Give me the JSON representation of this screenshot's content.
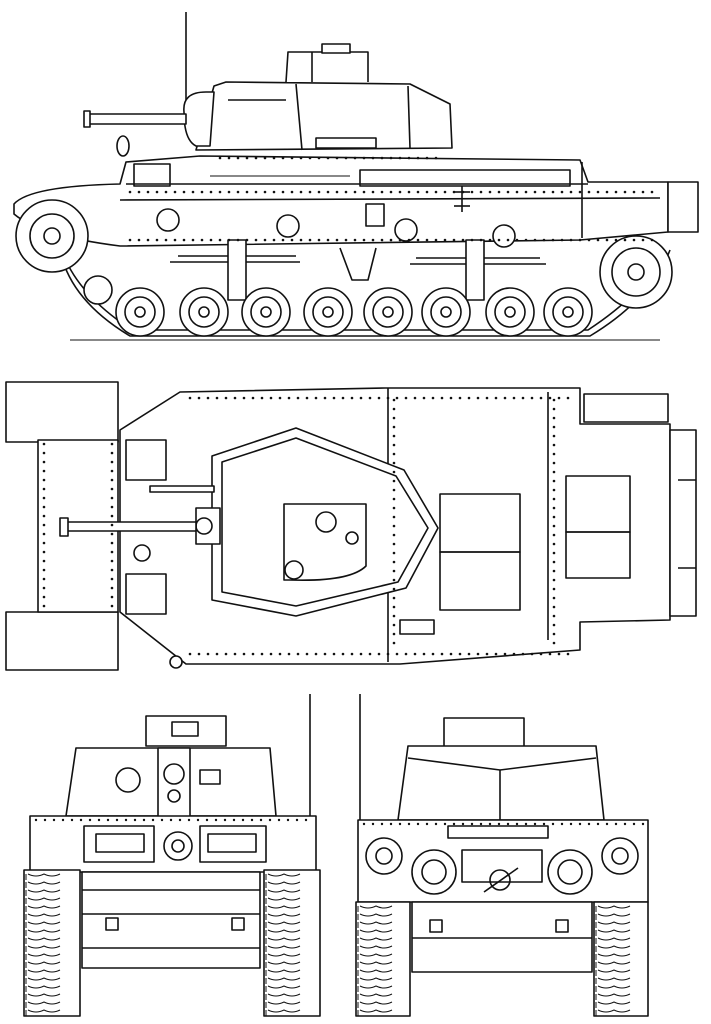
{
  "drawing": {
    "subject": "",
    "views": [
      "side",
      "top",
      "front",
      "rear"
    ]
  },
  "colors": {
    "ink": "#111111",
    "paper": "#ffffff"
  },
  "icons": [
    "tank-side-view",
    "tank-top-view",
    "tank-front-view",
    "tank-rear-view"
  ]
}
